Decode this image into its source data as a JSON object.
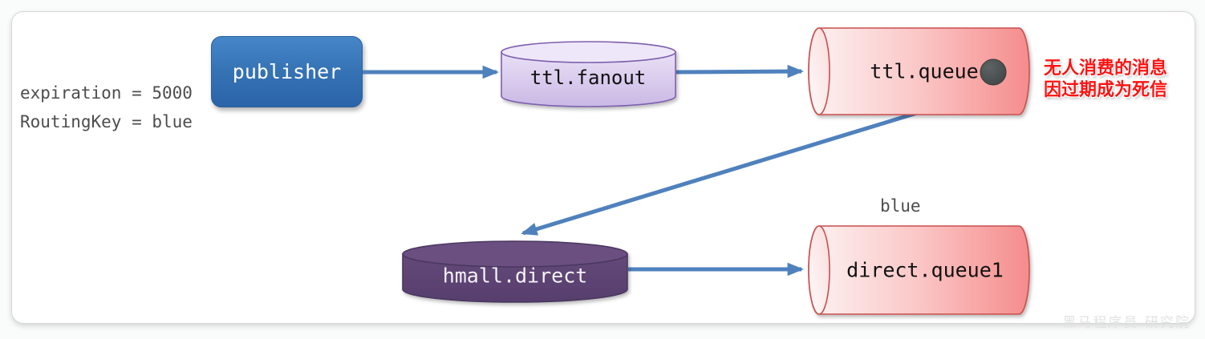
{
  "diagram": {
    "title_context": "TTL dead-letter message flow",
    "params": {
      "expiration": "expiration = 5000",
      "routing_key": "RoutingKey = blue"
    },
    "publisher": {
      "label": "publisher"
    },
    "exchanges": [
      {
        "label": "ttl.fanout",
        "kind": "fanout-exchange"
      },
      {
        "label": "hmall.direct",
        "kind": "direct-exchange"
      }
    ],
    "queues": [
      {
        "label": "ttl.queue",
        "has_message_dot": true
      },
      {
        "label": "direct.queue1",
        "binding_key": "blue"
      }
    ],
    "note": {
      "line1": "无人消费的消息",
      "line2": "因过期成为死信"
    },
    "watermark": "黑马程序员-研究院",
    "icons": {
      "message_dot": "filled-circle"
    },
    "colors": {
      "arrow": "#4f81bd",
      "publisher_fill": "#3674b6",
      "fanout_exchange_fill": "#d9c9ef",
      "direct_exchange_fill": "#5d4475",
      "queue_fill": "#f79090",
      "queue_stroke": "#c9504e",
      "note_text": "#ff1312",
      "message_dot": "#474c4c",
      "param_text": "#4d4d4d",
      "watermark_text": "#e2e2e2"
    }
  }
}
